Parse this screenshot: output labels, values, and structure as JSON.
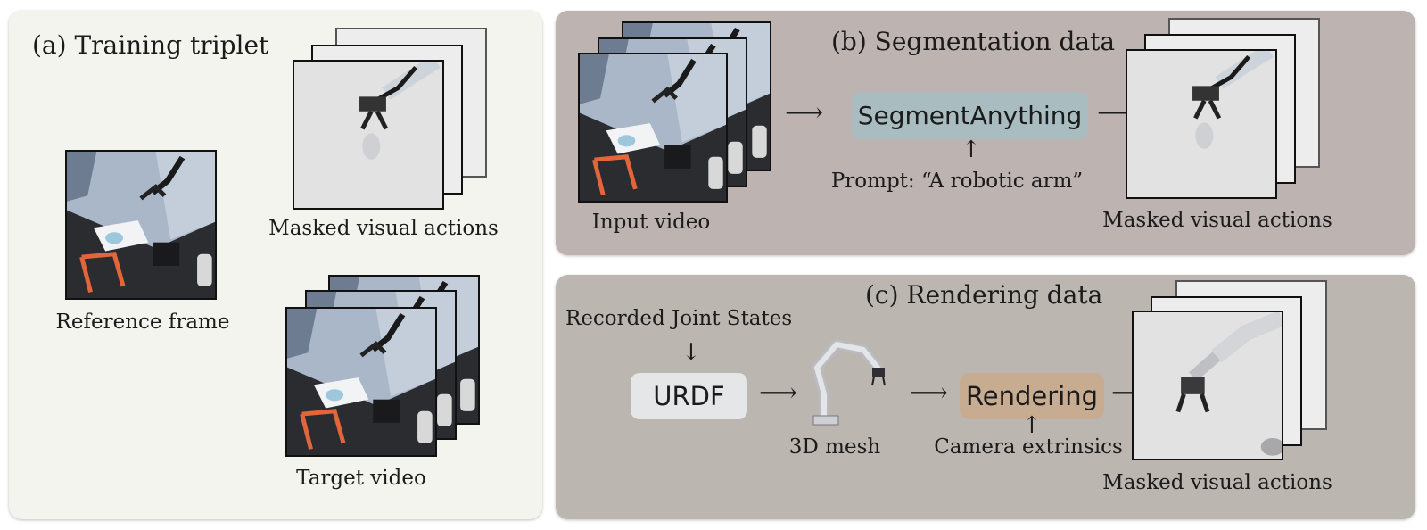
{
  "panels": {
    "training": {
      "title": "(a) Training triplet",
      "reference_label": "Reference frame",
      "masked_label": "Masked visual actions",
      "target_label": "Target video"
    },
    "segmentation": {
      "title": "(b) Segmentation data",
      "input_label": "Input video",
      "model_label": "SegmentAnything",
      "prompt_label": "Prompt: “A robotic arm”",
      "output_label": "Masked visual actions"
    },
    "rendering": {
      "title": "(c) Rendering data",
      "joint_states_label": "Recorded Joint States",
      "urdf_label": "URDF",
      "mesh_label": "3D mesh",
      "renderer_label": "Rendering",
      "extrinsics_label": "Camera extrinsics",
      "output_label": "Masked visual actions"
    }
  },
  "arrows": {
    "right": "⟶",
    "down": "↓",
    "up": "↑"
  },
  "colors": {
    "panel_a_bg": "#f4f4ef",
    "panel_b_bg": "#bdb3b0",
    "panel_c_bg": "#bcb6b1",
    "segmentanything_box": "#a9bcc0",
    "urdf_box": "#e4e6e8",
    "rendering_box": "#c7ac92"
  }
}
